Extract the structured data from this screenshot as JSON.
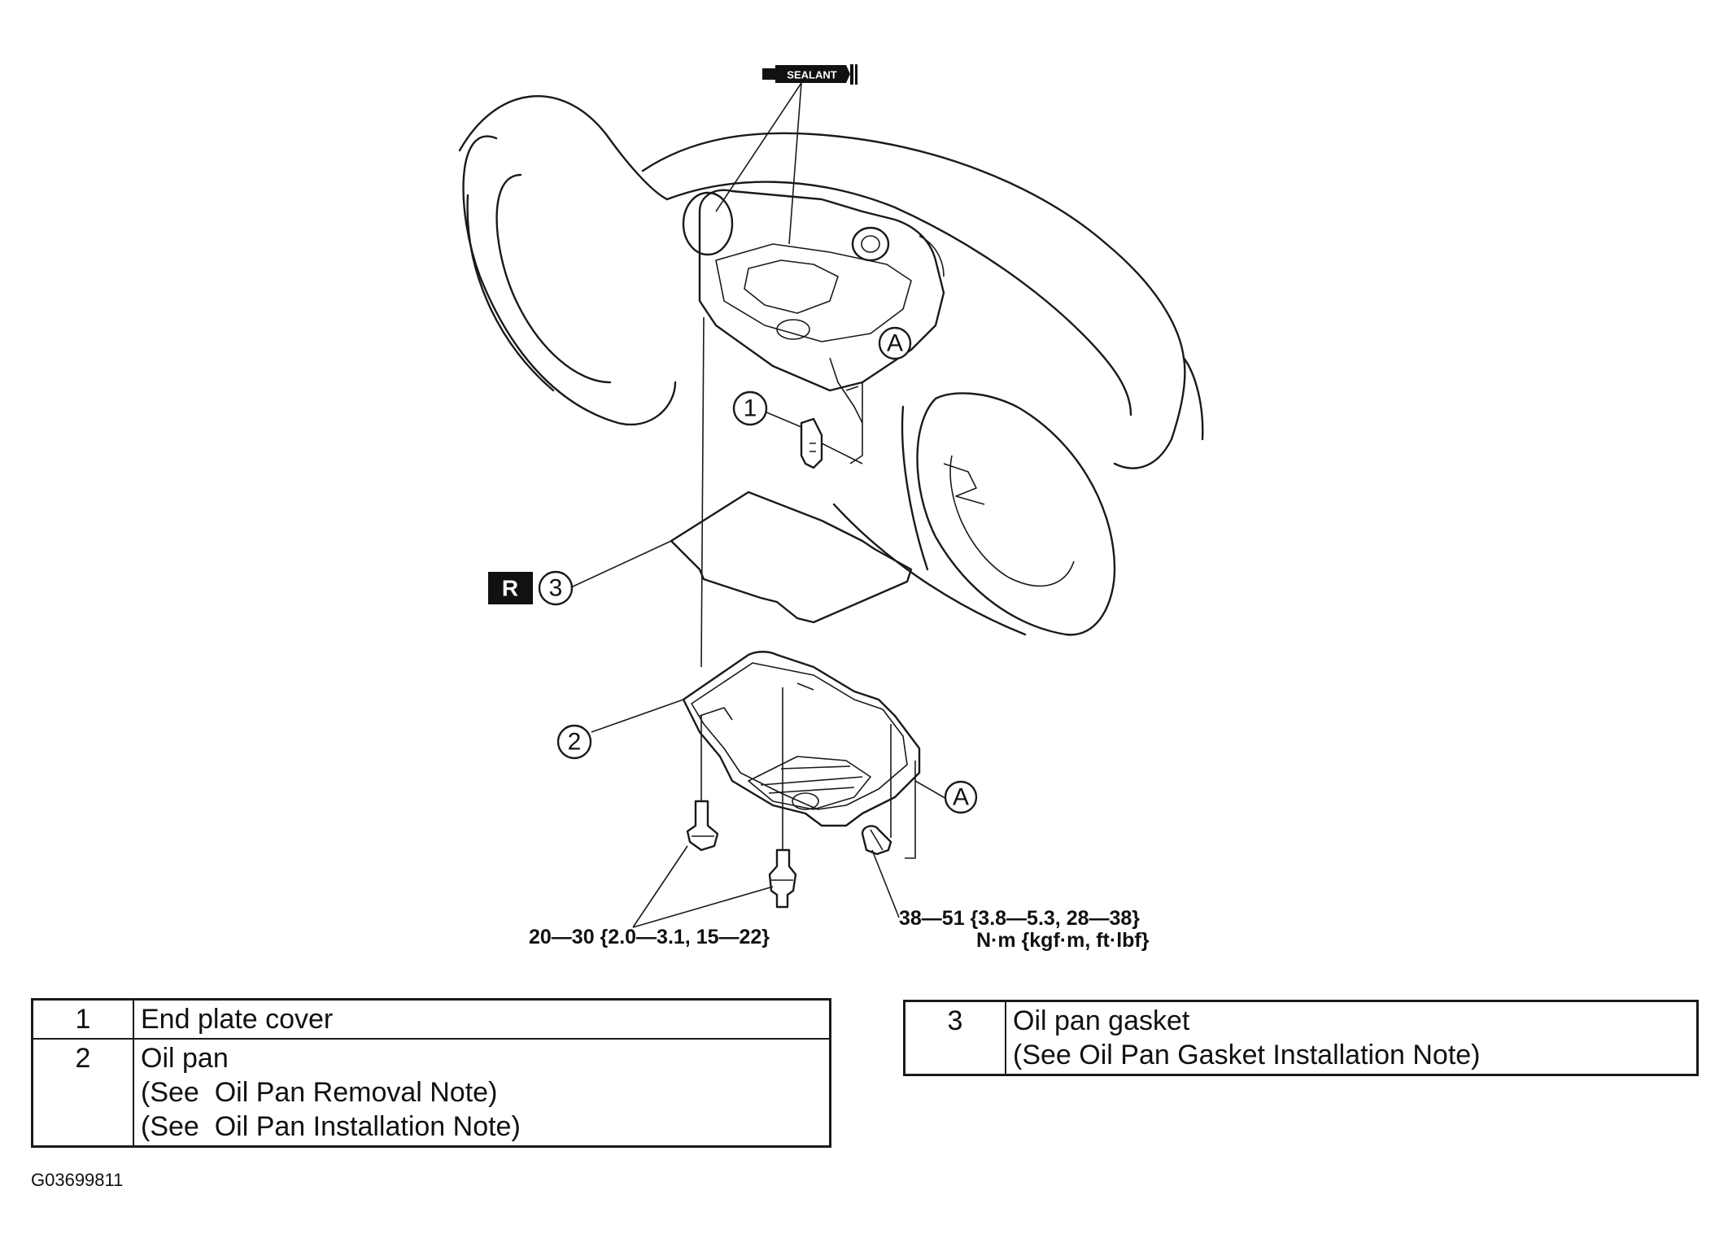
{
  "figure_id": "G03699811",
  "sealant_label": "SEALANT",
  "replace_label": "R",
  "callouts": {
    "end_plate_cover": "1",
    "oil_pan": "2",
    "gasket": "3",
    "point_a_upper": "A",
    "point_a_lower": "A"
  },
  "torque": {
    "bolt_small": "20—30 {2.0—3.1, 15—22}",
    "bolt_large": "38—51 {3.8—5.3, 28—38}",
    "units": "N·m {kgf·m, ft·lbf}"
  },
  "parts_left": [
    {
      "num": "1",
      "desc": "End plate cover"
    },
    {
      "num": "2",
      "desc": "Oil pan\n(See  Oil Pan Removal Note)\n(See  Oil Pan Installation Note)"
    }
  ],
  "parts_right": [
    {
      "num": "3",
      "desc": "Oil pan gasket\n(See Oil Pan Gasket Installation Note)"
    }
  ]
}
